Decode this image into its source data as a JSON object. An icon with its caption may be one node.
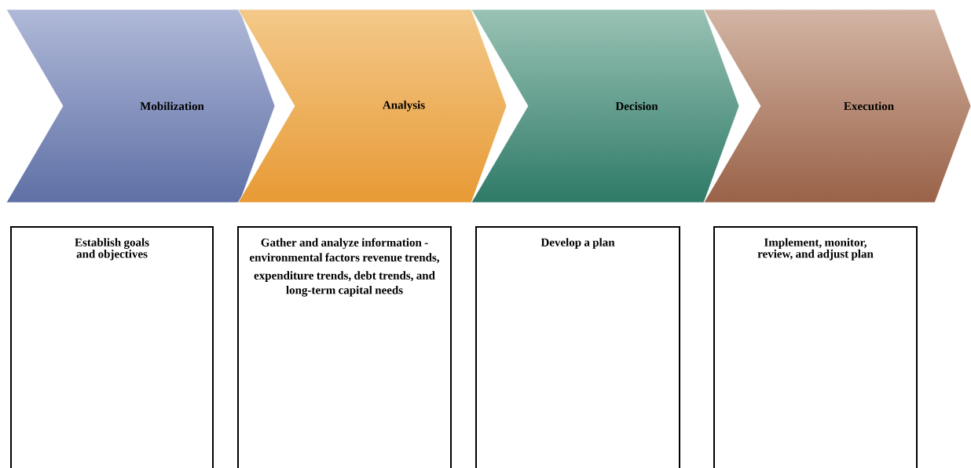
{
  "diagram": {
    "nodes": [
      {
        "text": [
          "Mobilization"
        ]
      },
      {
        "text": [
          "Analysis"
        ]
      },
      {
        "text": [
          "Decision"
        ]
      },
      {
        "text": [
          "Execution"
        ]
      },
      {
        "text": [
          "Establish goals and objectives"
        ]
      },
      {
        "text": [
          "Gather and analyze information - environmental factors revenue trends,",
          "expenditure trends, debt trends, and",
          "long-term capital needs"
        ]
      },
      {
        "text": [
          "Develop a plan"
        ]
      },
      {
        "text": [
          "Implement, monitor, review, and adjust plan"
        ]
      }
    ]
  }
}
